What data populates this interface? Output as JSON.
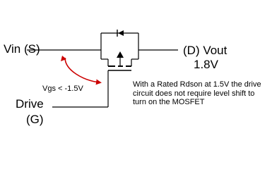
{
  "labels": {
    "vin": "Vin (S)",
    "vout": "(D) Vout",
    "vout_value": "1.8V",
    "drive": "Drive",
    "drive_gate": "(G)",
    "vgs": "Vgs < -1.5V"
  },
  "note": "With a Rated Rdson at 1.5V the drive circuit does not require level shift to turn on the MOSFET",
  "colors": {
    "wire": "#000000",
    "annotation_arrow": "#cc0000",
    "background": "#ffffff"
  }
}
